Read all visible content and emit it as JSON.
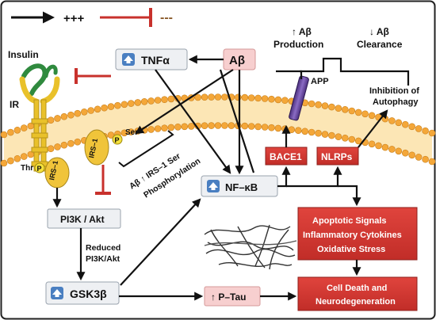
{
  "legend": {
    "activation": "+++",
    "inhibition": "---"
  },
  "colors": {
    "red": "#d5322d",
    "dark_red": "#b42b26",
    "membrane_orange": "#f4a739",
    "membrane_fill": "#fbe2a8",
    "receptor_yellow": "#e9c12a",
    "insulin_green": "#2f8a3e",
    "app_purple": "#6a4aa1",
    "gray_box": "#eef0f3",
    "pink_box": "#f7cfcf",
    "up_icon_blue": "#4a7fc1"
  },
  "labels": {
    "insulin": "Insulin",
    "ir": "IR",
    "thr": "Thr",
    "ser_left": "Ser",
    "irs1_left": "IRS–1",
    "irs1_right": "IRS–1",
    "p": "P",
    "app": "APP",
    "abeta_production_1": "↑ Aβ",
    "abeta_production_2": "Production",
    "abeta_clearance_1": "↓ Aβ",
    "abeta_clearance_2": "Clearance",
    "autophagy_1": "Inhibition of",
    "autophagy_2": "Autophagy",
    "phospho_1": "Aβ ↑ IRS–1 Ser",
    "phospho_2": "Phosphorylation",
    "reduced_1": "Reduced",
    "reduced_2": "PI3K/Akt"
  },
  "nodes": {
    "tnfa": "TNFα",
    "abeta": "Aβ",
    "bace1": "BACE1",
    "nlrps": "NLRPs",
    "nfkb": "NF–κB",
    "pi3k": "PI3K / Akt",
    "gsk3b": "GSK3β",
    "ptau": "↑ P–Tau",
    "signals_1": "Apoptotic Signals",
    "signals_2": "Inflammatory Cytokines",
    "signals_3": "Oxidative Stress",
    "death_1": "Cell Death and",
    "death_2": "Neurodegeneration"
  },
  "icons": {
    "up": "up-arrow-icon"
  }
}
